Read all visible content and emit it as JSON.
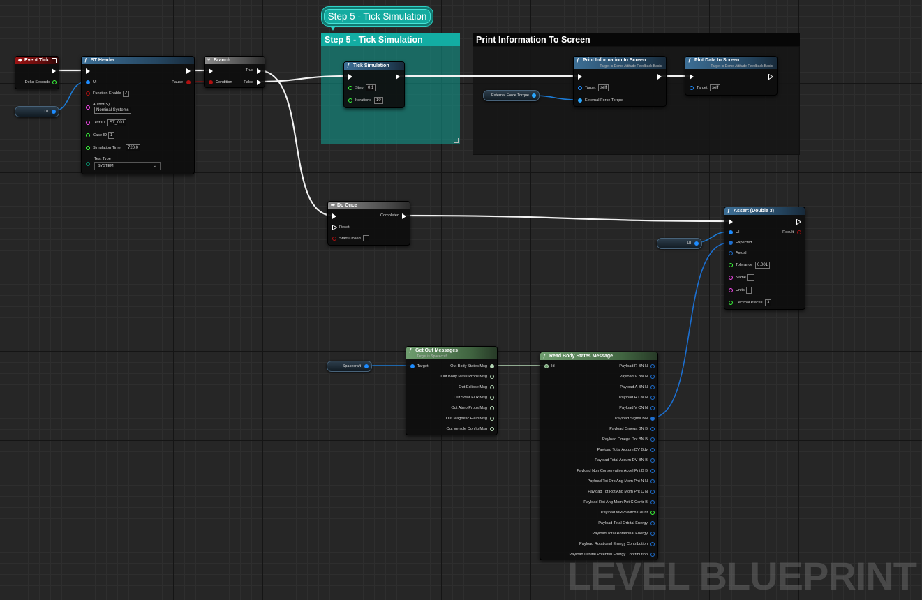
{
  "comments": {
    "tick": {
      "title": "Step 5 - Tick Simulation",
      "bubble": "Step 5 - Tick Simulation"
    },
    "print": {
      "title": "Print Information To Screen"
    }
  },
  "nodes": {
    "event_tick": {
      "title": "Event Tick",
      "pins": {
        "delta": "Delta Seconds"
      }
    },
    "st_header": {
      "title": "ST Header",
      "pins": {
        "ui": "UI",
        "pause": "Pause",
        "function_enable": "Function Enable",
        "authors": "Author(S)",
        "test_id": "Test ID",
        "case_id": "Case ID",
        "sim_time": "Simulation Time",
        "test_type": "Test Type"
      },
      "values": {
        "authors": "Nominal Systems",
        "test_id": "ST_001",
        "case_id": "1",
        "sim_time": "720.0",
        "test_type": "SYSTEM",
        "function_enable": "✓"
      }
    },
    "branch": {
      "title": "Branch",
      "pins": {
        "true": "True",
        "condition": "Condition",
        "false": "False"
      }
    },
    "tick_sim": {
      "title": "Tick Simulation",
      "pins": {
        "step": "Step",
        "iterations": "Iterations"
      },
      "values": {
        "step": "0.1",
        "iterations": "10"
      }
    },
    "print_info": {
      "title": "Print Information to Screen",
      "subtitle": "Target is Demo Attitude Feedback Basic",
      "pins": {
        "target": "Target",
        "ext_force": "External Force Torque"
      },
      "values": {
        "target": "self"
      }
    },
    "plot_data": {
      "title": "Plot Data to Screen",
      "subtitle": "Target is Demo Attitude Feedback Basic",
      "pins": {
        "target": "Target"
      },
      "values": {
        "target": "self"
      }
    },
    "do_once": {
      "title": "Do Once",
      "pins": {
        "completed": "Completed",
        "reset": "Reset",
        "start_closed": "Start Closed"
      }
    },
    "assert": {
      "title": "Assert (Double 3)",
      "pins": {
        "ui": "UI",
        "result": "Result",
        "expected": "Expected",
        "actual": "Actual",
        "tolerance": "Tolerance",
        "name": "Name",
        "units": "Units",
        "decimal": "Decimal Places"
      },
      "values": {
        "tolerance": "0.001",
        "name": "",
        "units": "-",
        "decimal": "3"
      }
    },
    "get_out": {
      "title": "Get Out Messages",
      "subtitle": "Target is Spacecraft",
      "pins": {
        "target": "Target"
      },
      "outputs": [
        "Out Body States Msg",
        "Out Body Mass Props Msg",
        "Out Eclipse Msg",
        "Out Solar Flux Msg",
        "Out Atmo Props Msg",
        "Out Magnetic Field Msg",
        "Out Vehicle Config Msg"
      ]
    },
    "read_body": {
      "title": "Read Body States Message",
      "pins": {
        "id": "Id"
      },
      "outputs": [
        "Payload R BN N",
        "Payload V BN N",
        "Payload A BN N",
        "Payload R CN N",
        "Payload V CN N",
        "Payload Sigma BN",
        "Payload Omega BN B",
        "Payload Omega Dot BN B",
        "Payload Total Accum DV Bdy",
        "Payload Total Accum DV BN B",
        "Payload Non Conservative Accel Pnt B B",
        "Payload Tot Orb Ang Mom Pnt N N",
        "Payload Tot Rot Ang Mom Pnt C N",
        "Payload Rot Ang Mom Pnt C Contr B",
        "Payload MRPSwitch Count",
        "Payload Total Orbital Energy",
        "Payload Total Rotational Energy",
        "Payload Rotational Energy Contribution",
        "Payload Orbital Potential Energy Contribution"
      ]
    }
  },
  "variables": {
    "ui1": "UI",
    "ext_force": "External Force Torque",
    "ui2": "UI",
    "spacecraft": "Spacecraft"
  },
  "watermark": "LEVEL BLUEPRINT",
  "colors": {
    "exec": "#ffffff",
    "object": "#1e8cff",
    "float": "#3cff3c",
    "bool": "#b01010",
    "string": "#ff4cf5",
    "struct": "#2aa7ff"
  }
}
